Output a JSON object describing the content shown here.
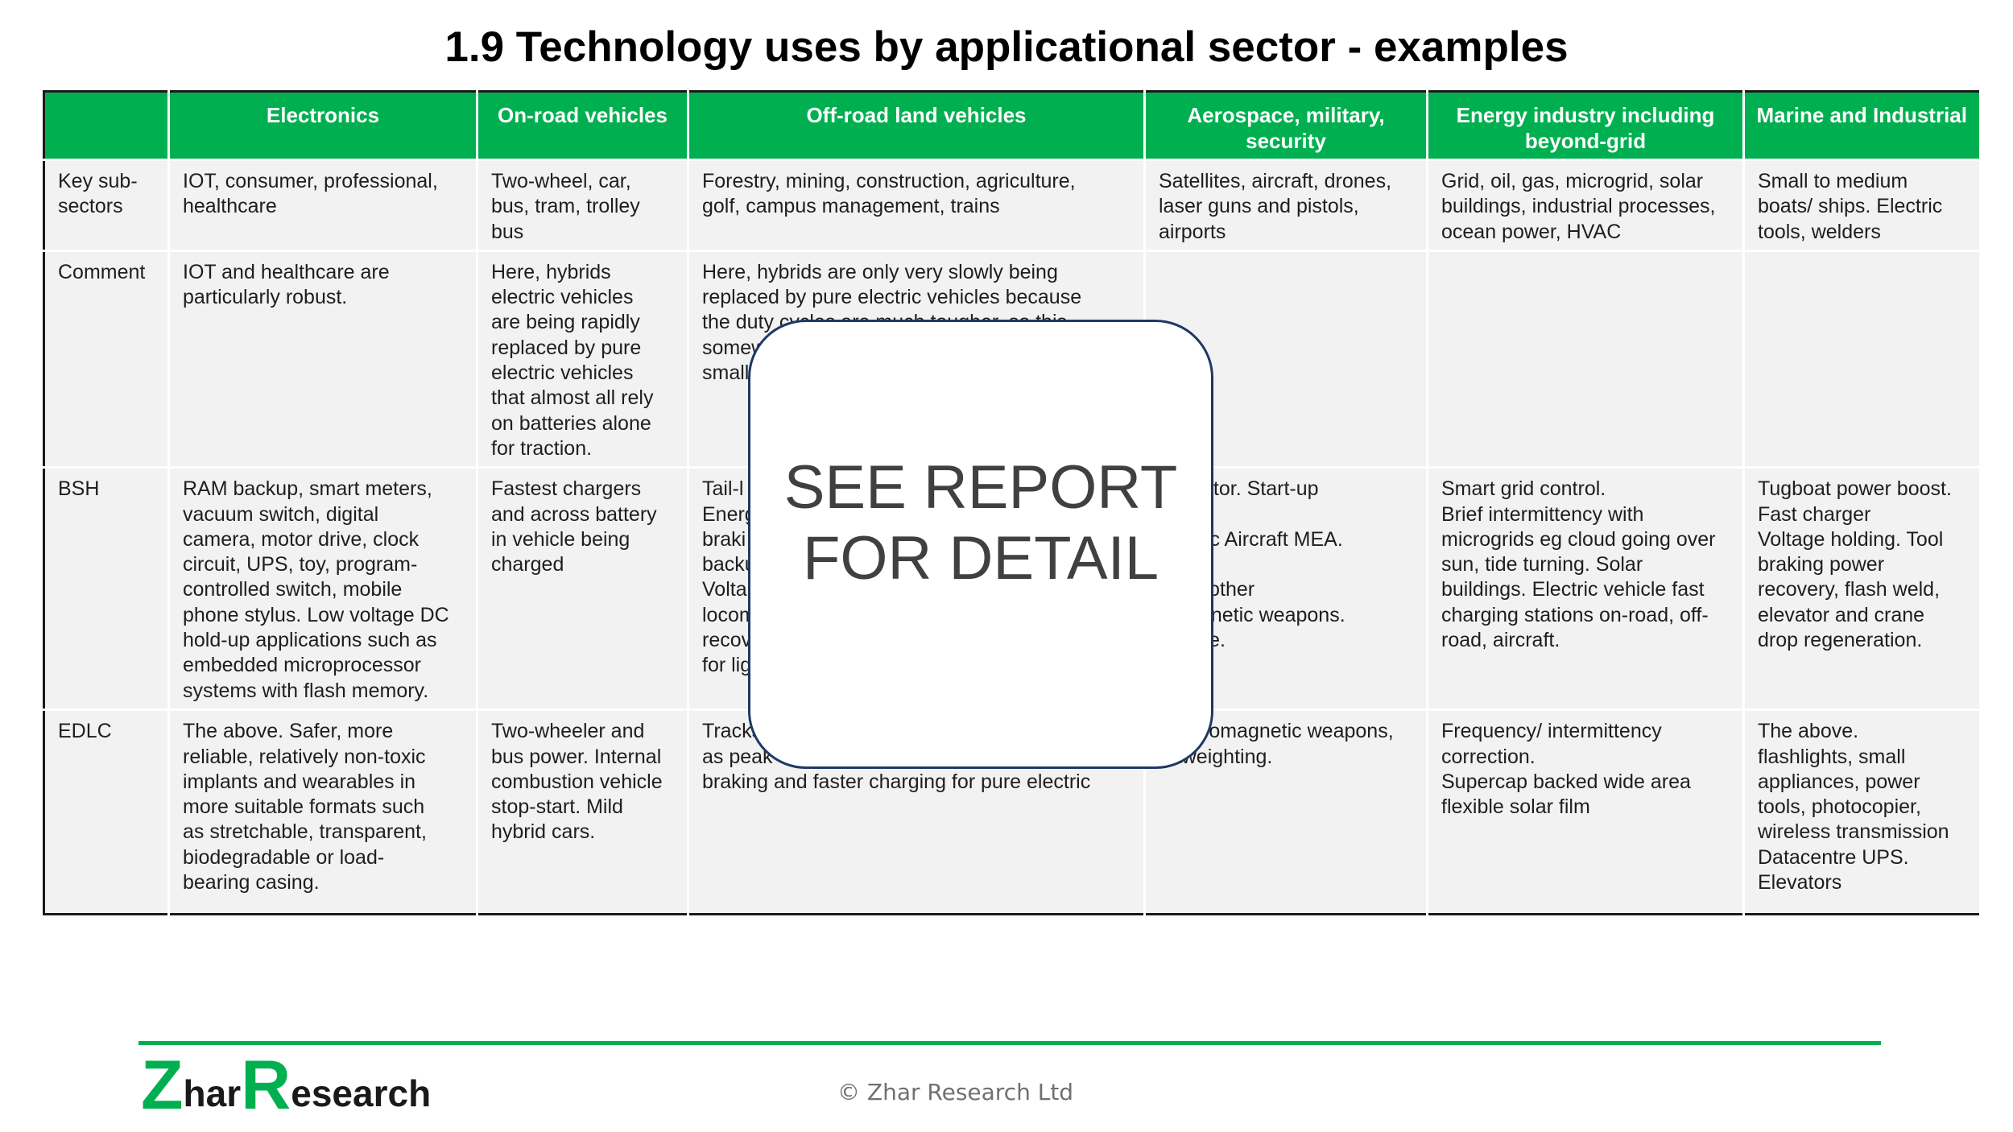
{
  "title": "1.9 Technology uses by applicational sector - examples",
  "table": {
    "headers": [
      "",
      "Electronics",
      "On-road vehicles",
      "Off-road land vehicles",
      "Aerospace, military, security",
      "Energy industry including beyond-grid",
      "Marine and Industrial"
    ],
    "rows": [
      [
        "Key sub-\nsectors",
        "IOT, consumer, professional,\nhealthcare",
        "Two-wheel, car,\nbus, tram, trolley\nbus",
        "Forestry, mining, construction, agriculture,\ngolf, campus management, trains",
        "Satellites, aircraft, drones,\nlaser guns and pistols,\nairports",
        "Grid, oil, gas, microgrid, solar\nbuildings, industrial processes,\nocean power, HVAC",
        "Small to medium\nboats/ ships. Electric\ntools, welders"
      ],
      [
        "Comment",
        "IOT and healthcare are\nparticularly robust.",
        "Here, hybrids\nelectric vehicles\nare being rapidly\nreplaced by pure\nelectric vehicles\nthat almost all rely\non batteries alone\nfor traction.",
        "Here, hybrids are only very slowly being\nreplaced by pure electric vehicles because\nthe duty cycles are much tougher, so this\nsomewh\nsmall",
        "",
        "",
        ""
      ],
      [
        "BSH",
        "RAM backup, smart meters,\nvacuum switch, digital\ncamera, motor drive, clock\ncircuit, UPS, toy, program-\ncontrolled switch, mobile\nphone stylus. Low voltage DC\nhold-up applications such as\nembedded microprocessor\nsystems with flash memory.",
        "Fastest chargers\nand across battery\nin vehicle being\ncharged",
        "Tail-l\nEnerg\nbraki\nbacku\nVolta\nlocom\nrecov\nfor lig",
        "ator. Start-up\nn.\nElectric Aircraft MEA.\nun.\nguns, other\nromagnetic weapons.\non fuse.",
        "Smart grid control.\nBrief intermittency with\nmicrogrids eg cloud going over\nsun, tide turning. Solar\nbuildings. Electric vehicle fast\ncharging stations on-road, off-\nroad, aircraft.",
        "Tugboat power boost.\nFast charger\nVoltage holding. Tool\nbraking power\nrecovery, flash weld,\nelevator and crane\ndrop regeneration."
      ],
      [
        "EDLC",
        "The above. Safer, more\nreliable, relatively non-toxic\nimplants and wearables in\nmore suitable formats such\nas stretchable, transparent,\nbiodegradable or load-\nbearing casing.",
        "Two-wheeler and\nbus power. Internal\ncombustion vehicle\nstop-start. Mild\nhybrid cars.",
        "Tracks\nas peak\nbraking and faster charging for pure electric",
        "romagnetic weapons,\nghtweighting.",
        "Frequency/ intermittency\ncorrection.\nSupercap backed wide area\nflexible solar film",
        "The above.\nflashlights, small\nappliances, power\ntools, photocopier,\nwireless transmission\nDatacentre UPS.\nElevators"
      ]
    ]
  },
  "overlay_text": "SEE REPORT\nFOR DETAIL",
  "logo": {
    "z": "Z",
    "har": "har",
    "r": "R",
    "esearch": "esearch"
  },
  "copyright": "© Zhar Research Ltd",
  "colors": {
    "accent": "#00b050",
    "cell": "#f2f2f2",
    "overlay_border": "#1f3864"
  }
}
